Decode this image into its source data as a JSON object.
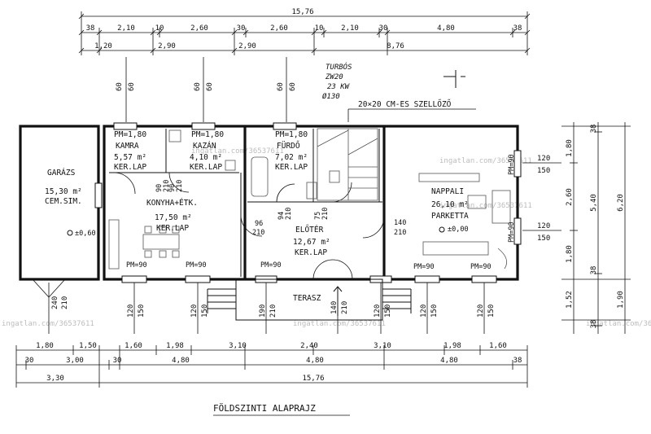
{
  "title": "FÖLDSZINTI ALAPRAJZ",
  "note_boiler": [
    "TURBÓS",
    "ZW20",
    "23 KW",
    "Ø130"
  ],
  "note_vent": "20×20 CM-ES SZELLŐZŐ",
  "watermark": "ingatlan.com/36537611",
  "rooms": {
    "garage": {
      "name": "GARÁZS",
      "area": "15,30 m²",
      "floor": "CEM.SIM."
    },
    "pantry": {
      "pm": "PM=1,80",
      "name": "KAMRA",
      "area": "5,57 m²",
      "floor": "KER.LAP"
    },
    "boiler": {
      "pm": "PM=1,80",
      "name": "KAZÁN",
      "area": "4,10 m²",
      "floor": "KER.LAP"
    },
    "kitchen": {
      "name": "KONYHA+ÉTK.",
      "area": "17,50 m²",
      "floor": "KER.LAP"
    },
    "bath": {
      "pm": "PM=1,80",
      "name": "FÜRDŐ",
      "area": "7,02 m²",
      "floor": "KER.LAP"
    },
    "hall": {
      "name": "ELŐTÉR",
      "area": "12,67 m²",
      "floor": "KER.LAP"
    },
    "living": {
      "name": "NAPPALI",
      "area": "26,10 m²",
      "floor": "PARKETTA",
      "level": "±0,00"
    },
    "terrace": {
      "name": "TERASZ"
    },
    "garage_level": "±0,60"
  },
  "labels": {
    "pm90": "PM=90",
    "d60": "60",
    "d90": "90",
    "d210": "210",
    "d94": "94",
    "d75": "75",
    "d96": "96",
    "d140": "140",
    "d120": "120",
    "d150": "150",
    "d190": "190",
    "d240": "240"
  },
  "dims": {
    "top_total": "15,76",
    "top_row1": [
      "38",
      "2,10",
      "10",
      "2,60",
      "30",
      "2,60",
      "10",
      "2,10",
      "30",
      "4,80",
      "38"
    ],
    "top_row2": [
      "1,20",
      "2,90",
      "2,90",
      "8,76"
    ],
    "bottom_row1": [
      "1,80",
      "1,50",
      "1,60",
      "1,98",
      "3,10",
      "2,40",
      "3,10",
      "1,98",
      "1,60"
    ],
    "bottom_row2": [
      "30",
      "3,00",
      "30",
      "4,80",
      "4,80",
      "4,80",
      "38"
    ],
    "bottom_row3": [
      "3,30",
      "15,76"
    ],
    "right_inner": [
      "1,80",
      "2,60",
      "1,80",
      "1,52"
    ],
    "right_mid": [
      "38",
      "5,40",
      "38",
      "38"
    ],
    "right_outer": [
      "6,20",
      "1,90"
    ]
  }
}
